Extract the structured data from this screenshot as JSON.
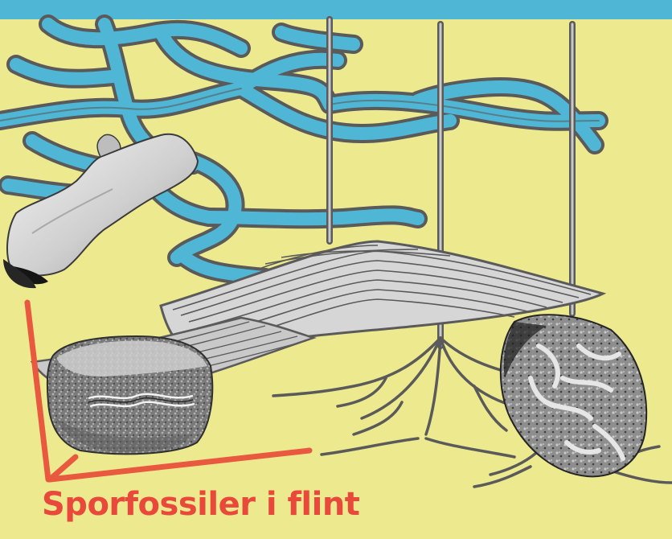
{
  "caption": "Sporfossiler i flint",
  "colors": {
    "sediment": "#ece98f",
    "water_burrow": "#4fb7d5",
    "burrow_outline": "#5a5a5a",
    "caption_red": "#e8493b",
    "pointer_red": "#e8593f"
  },
  "illustrations": [
    "branching-burrow-network",
    "vertical-spreite-burrow",
    "root-like-burrow-traces",
    "flint-nodule-white",
    "flint-cobble-laminated",
    "flint-pebble-with-burrows"
  ]
}
